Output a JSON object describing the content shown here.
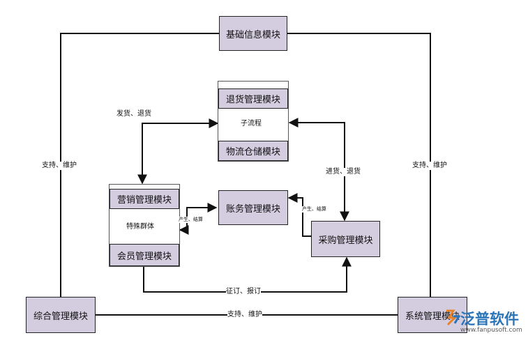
{
  "modules": {
    "basic_info": "基础信息模块",
    "returns": "退货管理模块",
    "sub_process": "子流程",
    "logistics": "物流仓储模块",
    "sales": "营销管理模块",
    "special_group": "特殊群体",
    "member": "会员管理模块",
    "accounts": "账务管理模块",
    "purchase": "采购管理模块",
    "integrated": "综合管理模块",
    "system": "系统管理模块"
  },
  "labels": {
    "ship_return": "发货、退货",
    "support_left": "支持、维护",
    "support_right": "支持、维护",
    "support_bottom": "支持、维护",
    "purchase_return": "进货、退货",
    "gen_settle_sales": "产生、结算",
    "gen_settle_purchase": "产生、结算",
    "order_report": "征订、报订"
  },
  "watermark": {
    "brand": "泛普软件",
    "url": "www.fanpusoft.com"
  },
  "colors": {
    "box_fill": "#d4cde0",
    "line": "#111111",
    "logo_blue": "#2a74b8",
    "logo_orange": "#e8822a"
  }
}
